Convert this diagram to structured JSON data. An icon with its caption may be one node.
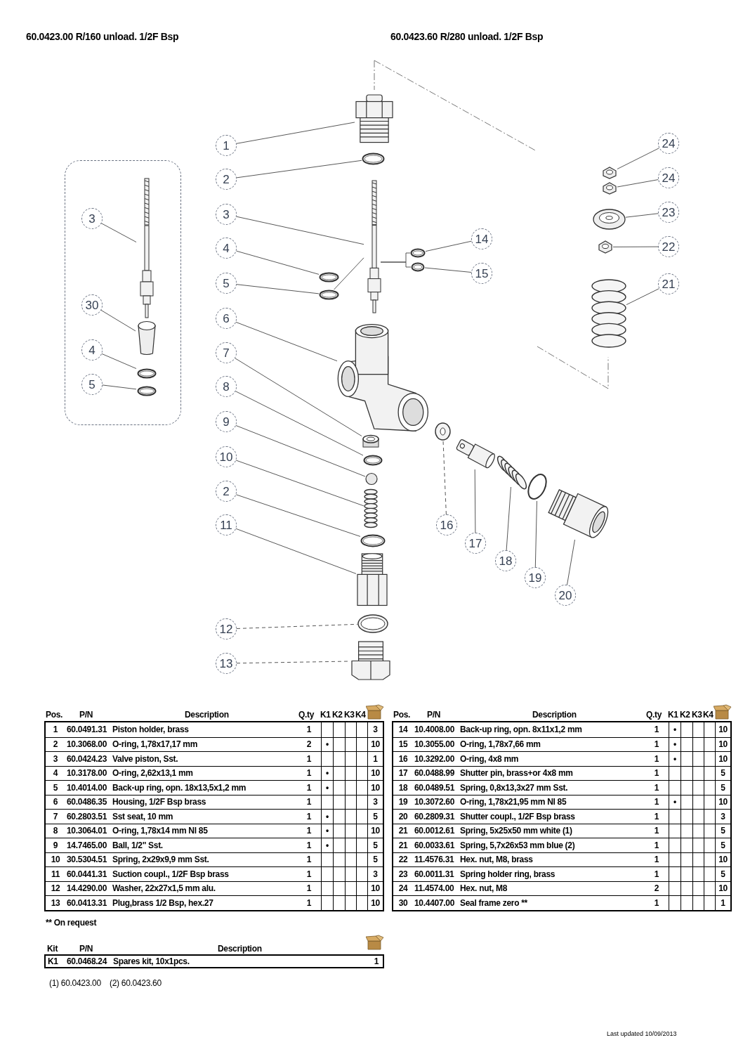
{
  "diagram": {
    "nodes": [
      {
        "text": [],
        "shape": "box"
      },
      {
        "text": [
          "3"
        ],
        "in": 0
      },
      {
        "text": [],
        "shape": "picture",
        "in": 0
      },
      {
        "text": [
          "30"
        ],
        "in": 0
      },
      {
        "text": [],
        "shape": "cup",
        "in": 0
      },
      {
        "text": [
          "4"
        ],
        "in": 0
      },
      {
        "text": [],
        "shape": "picture",
        "in": 0
      },
      {
        "text": [
          "5"
        ],
        "in": 0
      },
      {
        "text": [],
        "shape": "picture",
        "in": 0
      },
      {
        "text": [
          "1"
        ]
      },
      {
        "text": [],
        "shape": "picture"
      },
      {
        "text": [
          "2"
        ]
      },
      {
        "text": [],
        "shape": "picture"
      },
      {
        "text": [
          "3"
        ]
      },
      {
        "text": [],
        "shape": "picture"
      },
      {
        "text": [
          "4"
        ]
      },
      {
        "text": [],
        "shape": "picture"
      },
      {
        "text": [
          "5"
        ]
      },
      {
        "text": [],
        "shape": "picture"
      },
      {
        "text": [
          "6"
        ]
      },
      {
        "text": [],
        "shape": "picture"
      },
      {
        "text": [
          "7"
        ]
      },
      {
        "text": [],
        "shape": "cylinder"
      },
      {
        "text": [
          "8"
        ]
      },
      {
        "text": [],
        "shape": "picture"
      },
      {
        "text": [
          "9"
        ]
      },
      {
        "text": [],
        "shape": "circle"
      },
      {
        "text": [
          "10"
        ]
      },
      {
        "text": [],
        "shape": "picture"
      },
      {
        "text": [
          "2"
        ]
      },
      {
        "text": [],
        "shape": "picture"
      },
      {
        "text": [
          "11"
        ]
      },
      {
        "text": [],
        "shape": "picture"
      },
      {
        "text": [
          "12"
        ]
      },
      {
        "text": [],
        "shape": "picture"
      },
      {
        "text": [
          "13"
        ]
      },
      {
        "text": [],
        "shape": "picture"
      },
      {
        "text": [
          "14"
        ]
      },
      {
        "text": [],
        "shape": "picture"
      },
      {
        "text": [
          "15"
        ]
      },
      {
        "text": [],
        "shape": "picture"
      },
      {
        "text": [
          "16"
        ]
      },
      {
        "text": [],
        "shape": "picture"
      },
      {
        "text": [
          "17"
        ]
      },
      {
        "text": [],
        "shape": "picture"
      },
      {
        "text": [
          "18"
        ]
      },
      {
        "text": [],
        "shape": "picture"
      },
      {
        "text": [
          "19"
        ]
      },
      {
        "text": [],
        "shape": "circle"
      },
      {
        "text": [
          "20"
        ]
      },
      {
        "text": [],
        "shape": "picture"
      },
      {
        "text": [
          "24"
        ]
      },
      {
        "text": [],
        "shape": "picture"
      },
      {
        "text": [
          "24"
        ]
      },
      {
        "text": [],
        "shape": "picture"
      },
      {
        "text": [
          "23"
        ]
      },
      {
        "text": [],
        "shape": "picture"
      },
      {
        "text": [
          "22"
        ]
      },
      {
        "text": [],
        "shape": "picture"
      },
      {
        "text": [
          "21"
        ]
      },
      {
        "text": [],
        "shape": "picture"
      }
    ],
    "edges": [
      {
        "from": 1,
        "to": 2,
        "arrow": "none"
      },
      {
        "from": 3,
        "to": 4,
        "arrow": "none"
      },
      {
        "from": 5,
        "to": 6,
        "arrow": "none"
      },
      {
        "from": 7,
        "to": 8,
        "arrow": "none"
      },
      {
        "from": 9,
        "to": 10,
        "arrow": "none"
      },
      {
        "from": 11,
        "to": 12,
        "arrow": "none"
      },
      {
        "from": 13,
        "to": 14,
        "arrow": "none"
      },
      {
        "from": 15,
        "to": 16,
        "arrow": "none"
      },
      {
        "from": 17,
        "to": 18,
        "arrow": "none"
      },
      {
        "from": 19,
        "to": 20,
        "arrow": "none"
      },
      {
        "from": 21,
        "to": 22,
        "arrow": "none"
      },
      {
        "from": 23,
        "to": 24,
        "arrow": "none"
      },
      {
        "from": 25,
        "to": 26,
        "arrow": "none"
      },
      {
        "from": 27,
        "to": 28,
        "arrow": "none"
      },
      {
        "from": 29,
        "to": 30,
        "arrow": "none"
      },
      {
        "from": 31,
        "to": 32,
        "arrow": "none"
      },
      {
        "from": 33,
        "to": 34,
        "arrow": "none",
        "style": "dashed"
      },
      {
        "from": 35,
        "to": 36,
        "arrow": "none",
        "style": "dashed"
      },
      {
        "from": 37,
        "to": 38,
        "arrow": "none"
      },
      {
        "from": 39,
        "to": 40,
        "arrow": "none"
      },
      {
        "from": 41,
        "to": 42,
        "arrow": "none",
        "style": "dashed"
      },
      {
        "from": 43,
        "to": 44,
        "arrow": "none"
      },
      {
        "from": 45,
        "to": 46,
        "arrow": "none"
      },
      {
        "from": 47,
        "to": 48,
        "arrow": "none"
      },
      {
        "from": 49,
        "to": 50,
        "arrow": "none"
      },
      {
        "from": 51,
        "to": 52,
        "arrow": "none"
      },
      {
        "from": 53,
        "to": 54,
        "arrow": "none"
      },
      {
        "from": 55,
        "to": 56,
        "arrow": "none"
      },
      {
        "from": 57,
        "to": 58,
        "arrow": "none"
      },
      {
        "from": 59,
        "to": 60,
        "arrow": "none"
      },
      {
        "from": 18,
        "to": 14,
        "arrow": "none"
      },
      {
        "from": 14,
        "to": 38,
        "arrow": "none"
      },
      {
        "from": 14,
        "to": 40,
        "arrow": "none"
      }
    ],
    "labels": [
      "60.0423.00 R/160 unload. 1/2F Bsp",
      "60.0423.60 R/280 unload. 1/2F Bsp",
      "Pos.",
      "P/N",
      "Description",
      "Q.ty",
      "K1",
      "K2",
      "K3",
      "K4",
      "1",
      "60.0491.31",
      "Piston holder, brass",
      "1",
      "3",
      "2",
      "10.3068.00",
      "O-ring, 1,78x17,17 mm",
      "2",
      "•",
      "10",
      "3",
      "60.0424.23",
      "Valve piston, Sst.",
      "1",
      "1",
      "4",
      "10.3178.00",
      "O-ring, 2,62x13,1 mm",
      "1",
      "•",
      "10",
      "5",
      "10.4014.00",
      "Back-up ring, opn. 18x13,5x1,2 mm",
      "1",
      "•",
      "10",
      "6",
      "60.0486.35",
      "Housing, 1/2F Bsp brass",
      "1",
      "3",
      "7",
      "60.2803.51",
      "Sst seat, 10 mm",
      "1",
      "•",
      "5",
      "8",
      "10.3064.01",
      "O-ring, 1,78x14 mm Nl 85",
      "1",
      "•",
      "10",
      "9",
      "14.7465.00",
      "Ball, 1/2\" Sst.",
      "1",
      "•",
      "5",
      "10",
      "30.5304.51",
      "Spring, 2x29x9,9 mm Sst.",
      "1",
      "5",
      "11",
      "60.0441.31",
      "Suction coupl., 1/2F Bsp brass",
      "1",
      "3",
      "12",
      "14.4290.00",
      "Washer, 22x27x1,5 mm alu.",
      "1",
      "10",
      "13",
      "60.0413.31",
      "Plug,brass 1/2 Bsp, hex.27",
      "1",
      "10",
      "Pos.",
      "P/N",
      "Description",
      "Q.ty",
      "K1",
      "K2",
      "K3",
      "K4",
      "14",
      "10.4008.00",
      "Back-up ring, opn. 8x11x1,2 mm",
      "1",
      "•",
      "10",
      "15",
      "10.3055.00",
      "O-ring, 1,78x7,66 mm",
      "1",
      "•",
      "10",
      "16",
      "10.3292.00",
      "O-ring, 4x8 mm",
      "1",
      "•",
      "10",
      "17",
      "60.0488.99",
      "Shutter pin, brass+or 4x8 mm",
      "1",
      "5",
      "18",
      "60.0489.51",
      "Spring, 0,8x13,3x27 mm Sst.",
      "1",
      "5",
      "19",
      "10.3072.60",
      "O-ring, 1,78x21,95 mm Nl 85",
      "1",
      "•",
      "10",
      "20",
      "60.2809.31",
      "Shutter coupl., 1/2F Bsp brass",
      "1",
      "3",
      "21",
      "60.0012.61",
      "Spring, 5x25x50 mm white (1)",
      "1",
      "5",
      "21",
      "60.0033.61",
      "Spring, 5,7x26x53 mm blue (2)",
      "1",
      "5",
      "22",
      "11.4576.31",
      "Hex. nut, M8, brass",
      "1",
      "10",
      "23",
      "60.0011.31",
      "Spring holder ring, brass",
      "1",
      "5",
      "24",
      "11.4574.00",
      "Hex. nut, M8",
      "2",
      "10",
      "30",
      "10.4407.00",
      "Seal frame zero **",
      "1",
      "1",
      "** On request",
      "Kit",
      "P/N",
      "Description",
      "K1",
      "60.0468.24",
      "Spares kit, 10x1pcs.",
      "1",
      "(1) 60.0423.00",
      "(2) 60.0423.60",
      "Last updated 10/09/2013"
    ]
  }
}
